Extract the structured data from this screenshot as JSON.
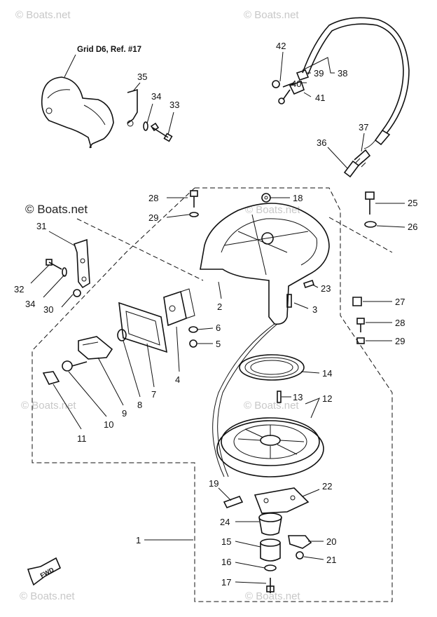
{
  "reference_label": "Grid D6, Ref. #17",
  "watermark": "© Boats.net",
  "fwd_label": "FWD",
  "callouts": [
    "1",
    "2",
    "3",
    "4",
    "5",
    "6",
    "7",
    "8",
    "9",
    "10",
    "11",
    "12",
    "13",
    "14",
    "15",
    "16",
    "17",
    "18",
    "19",
    "20",
    "21",
    "22",
    "23",
    "24",
    "25",
    "26",
    "27",
    "28",
    "29",
    "28",
    "29",
    "30",
    "31",
    "32",
    "33",
    "34",
    "34",
    "35",
    "36",
    "37",
    "38",
    "39",
    "40",
    "41",
    "42"
  ]
}
